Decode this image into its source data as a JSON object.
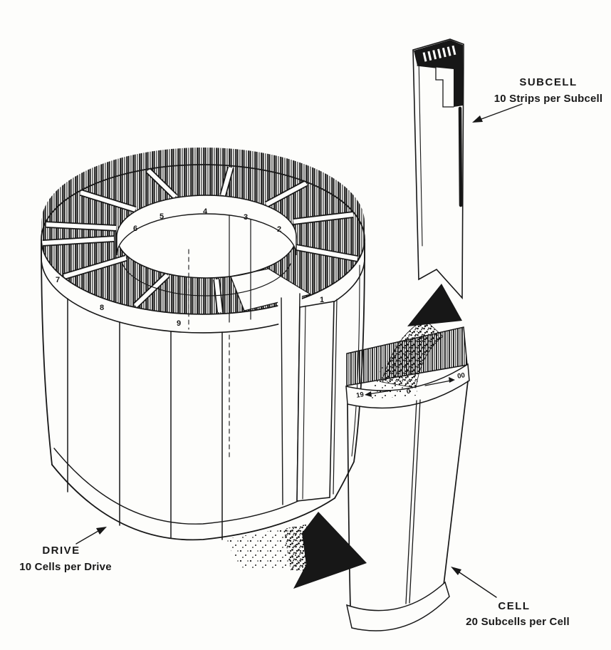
{
  "figure": {
    "colors": {
      "ink": "#171717",
      "paper": "#fdfdfb"
    }
  },
  "labels": {
    "drive": {
      "title": "DRIVE",
      "caption": "10 Cells per Drive"
    },
    "cell": {
      "title": "CELL",
      "caption": "20 Subcells per Cell"
    },
    "subcell": {
      "title": "SUBCELL",
      "caption": "10 Strips per Subcell"
    }
  },
  "drum": {
    "outer_numbers": [
      "7",
      "8",
      "9",
      "1"
    ],
    "inner_numbers": [
      "6",
      "5",
      "4",
      "3",
      "2"
    ]
  },
  "cell_band": {
    "left_label": "19",
    "center_label": "0",
    "right_label": "00"
  }
}
